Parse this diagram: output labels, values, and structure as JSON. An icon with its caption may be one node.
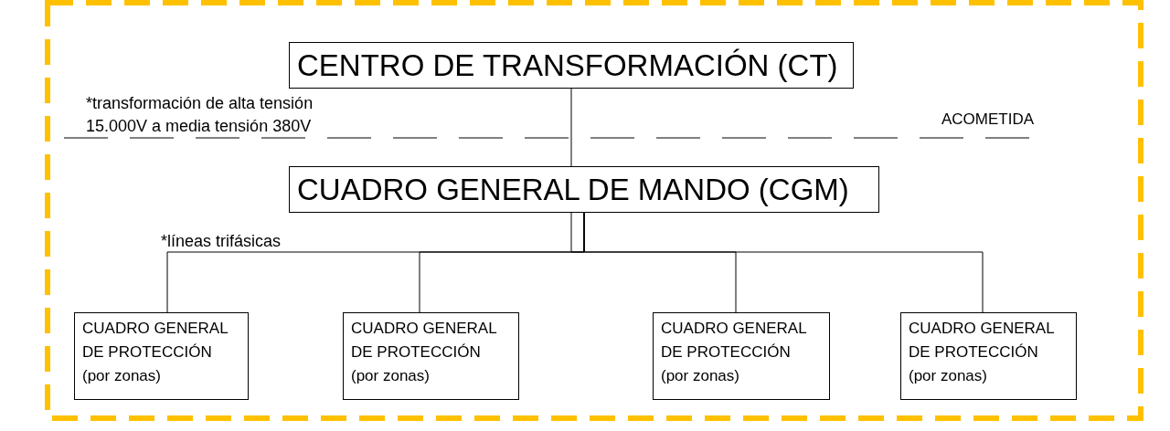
{
  "diagram": {
    "nodes": [
      {
        "text": [
          "CENTRO DE TRANSFORMACIÓN (CT)"
        ]
      },
      {
        "text": [
          "CUADRO GENERAL DE MANDO (CGM)"
        ]
      },
      {
        "text": [
          "CUADRO GENERAL DE PROTECCIÓN",
          "(por zonas)"
        ]
      },
      {
        "text": [
          "CUADRO GENERAL DE PROTECCIÓN",
          "(por zonas)"
        ]
      },
      {
        "text": [
          "CUADRO GENERAL DE PROTECCIÓN",
          "(por zonas)"
        ]
      },
      {
        "text": [
          "CUADRO GENERAL DE PROTECCIÓN",
          "(por zonas)"
        ]
      }
    ],
    "edges": [
      {
        "from": 0,
        "to": 1,
        "arrow": "none"
      },
      {
        "from": 1,
        "to": 2,
        "arrow": "none"
      },
      {
        "from": 1,
        "to": 3,
        "arrow": "none"
      },
      {
        "from": 1,
        "to": 4,
        "arrow": "none"
      },
      {
        "from": 1,
        "to": 5,
        "arrow": "none"
      }
    ],
    "labels": [
      "*transformación de alta tensión 15.000V a media tensión 380V",
      "ACOMETIDA",
      "*líneas trifásicas"
    ]
  }
}
